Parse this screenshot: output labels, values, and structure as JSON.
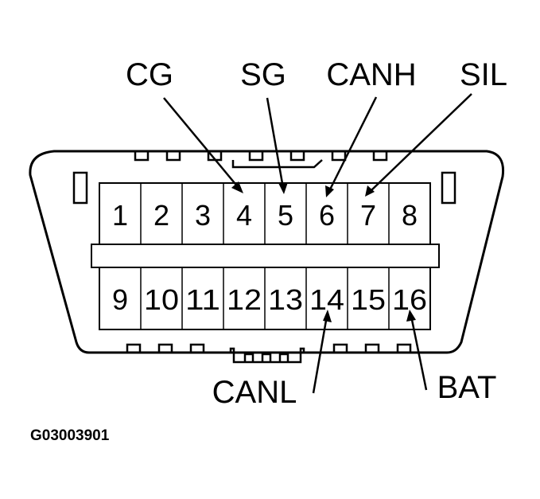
{
  "pins_top": [
    "1",
    "2",
    "3",
    "4",
    "5",
    "6",
    "7",
    "8"
  ],
  "pins_bottom": [
    "9",
    "10",
    "11",
    "12",
    "13",
    "14",
    "15",
    "16"
  ],
  "labels": {
    "cg": "CG",
    "sg": "SG",
    "canh": "CANH",
    "sil": "SIL",
    "canl": "CANL",
    "bat": "BAT"
  },
  "figure_id": "G03003901"
}
